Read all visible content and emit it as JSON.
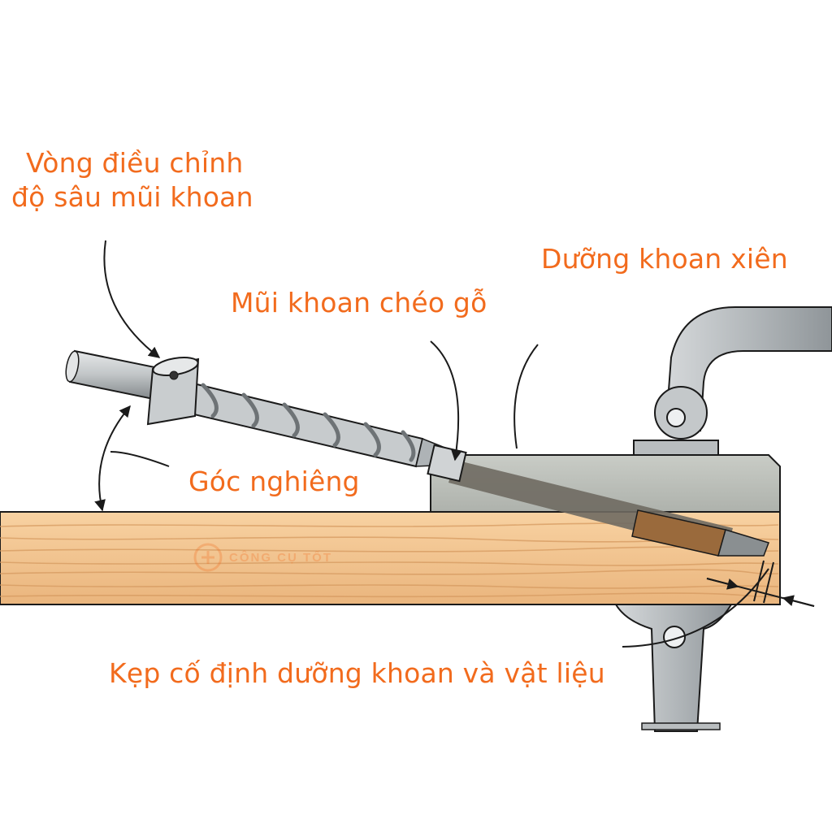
{
  "labels": {
    "depth_collar": [
      "Vòng điều chỉnh",
      "độ sâu mũi khoan"
    ],
    "jig": "Dưỡng khoan xiên",
    "drill_bit": "Mũi khoan chéo gỗ",
    "angle": "Góc nghiêng",
    "clamp": "Kẹp cố định dưỡng khoan và vật liệu"
  },
  "watermark": {
    "text": "CÔNG CỤ TỐT"
  },
  "colors": {
    "label": "#f26b1d",
    "wood": "#f3c590",
    "metal": "#b9bdbf",
    "line": "#1a1a1a"
  }
}
